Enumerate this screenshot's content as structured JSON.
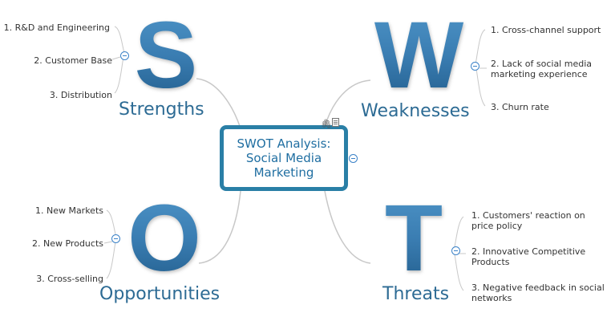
{
  "central": {
    "title": "SWOT Analysis:\nSocial Media\nMarketing",
    "border_color": "#2a7fa6",
    "text_color": "#1f6ea1",
    "icons": [
      "attachment-icon",
      "note-icon"
    ]
  },
  "strengths": {
    "letter": "S",
    "label": "Strengths",
    "items": [
      "1. R&D and Engineering",
      "2. Customer Base",
      "3. Distribution"
    ]
  },
  "weaknesses": {
    "letter": "W",
    "label": "Weaknesses",
    "items": [
      "1. Cross-channel support",
      "2. Lack of social media\nmarketing experience",
      "3. Churn rate"
    ]
  },
  "opportunities": {
    "letter": "O",
    "label": "Opportunities",
    "items": [
      "1. New Markets",
      "2. New Products",
      "3. Cross-selling"
    ]
  },
  "threats": {
    "letter": "T",
    "label": "Threats",
    "items": [
      "1. Customers' reaction on\nprice policy",
      "2. Innovative Competitive\nProducts",
      "3. Negative feedback in social\nnetworks"
    ]
  },
  "colors": {
    "letter_gradient_top": "#4d93c6",
    "letter_gradient_bottom": "#24608f",
    "label": "#2d6b94",
    "collapse": "#3b82c8",
    "connector": "#c8c8c8"
  }
}
